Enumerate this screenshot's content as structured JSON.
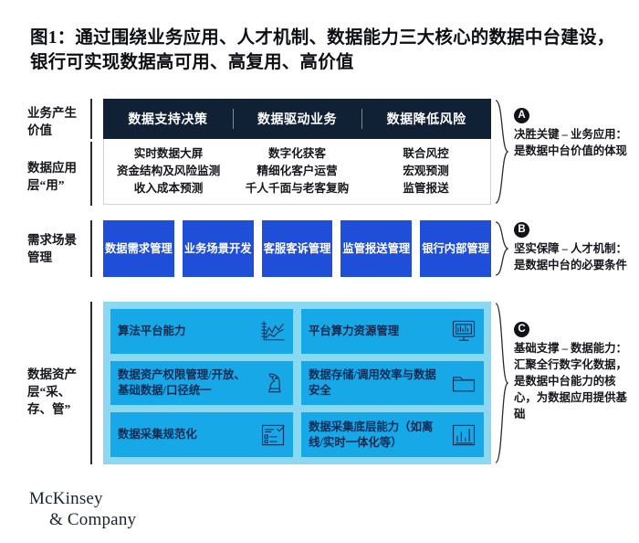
{
  "title": "图1：通过围绕业务应用、人才机制、数据能力三大核心的数据中台建设，银行可实现数据高可用、高复用、高价值",
  "colors": {
    "navy": "#102136",
    "royal_blue": "#1f4fd8",
    "cyan": "#17a8e8",
    "cyan_panel": "#8ad8f2",
    "badge": "#111318"
  },
  "rows": {
    "value": {
      "left_label": "业务产生价值",
      "segments": [
        "数据支持决策",
        "数据驱动业务",
        "数据降低风险"
      ]
    },
    "application": {
      "left_label": "数据应用层“用”",
      "columns": [
        [
          "实时数据大屏",
          "资金结构及风险监测",
          "收入成本预测"
        ],
        [
          "数字化获客",
          "精细化客户运营",
          "千人千面与老客复购"
        ],
        [
          "联合风控",
          "宏观预测",
          "监管报送"
        ]
      ]
    },
    "demand": {
      "left_label": "需求场景管理",
      "boxes": [
        "数据需求管理",
        "业务场景开发",
        "客服客诉管理",
        "监管报送管理",
        "银行内部管理"
      ]
    },
    "asset": {
      "left_label": "数据资产层“采、存、管”",
      "cells": [
        {
          "text": "算法平台能力",
          "icon": "line-chart-icon"
        },
        {
          "text": "平台算力资源管理",
          "icon": "monitor-icon"
        },
        {
          "text": "数据资产权限管理/开放、基础数据/口径统一",
          "icon": "chess-knight-icon"
        },
        {
          "text": "数据存储/调用效率与数据安全",
          "icon": "folder-icon"
        },
        {
          "text": "数据采集规范化",
          "icon": "checklist-icon"
        },
        {
          "text": "数据采集底层能力（如离线/实时一体化等）",
          "icon": "bar-chart-icon"
        }
      ]
    }
  },
  "notes": [
    {
      "badge": "A",
      "text": "决胜关键 – 业务应用：是数据中台价值的体现"
    },
    {
      "badge": "B",
      "text": "坚实保障 – 人才机制：是数据中台的必要条件"
    },
    {
      "badge": "C",
      "text": "基础支撑 – 数据能力：汇聚全行数字化数据，是数据中台能力的核心，为数据应用提供基础"
    }
  ],
  "logo": {
    "line1": "McKinsey",
    "line2": "& Company"
  }
}
